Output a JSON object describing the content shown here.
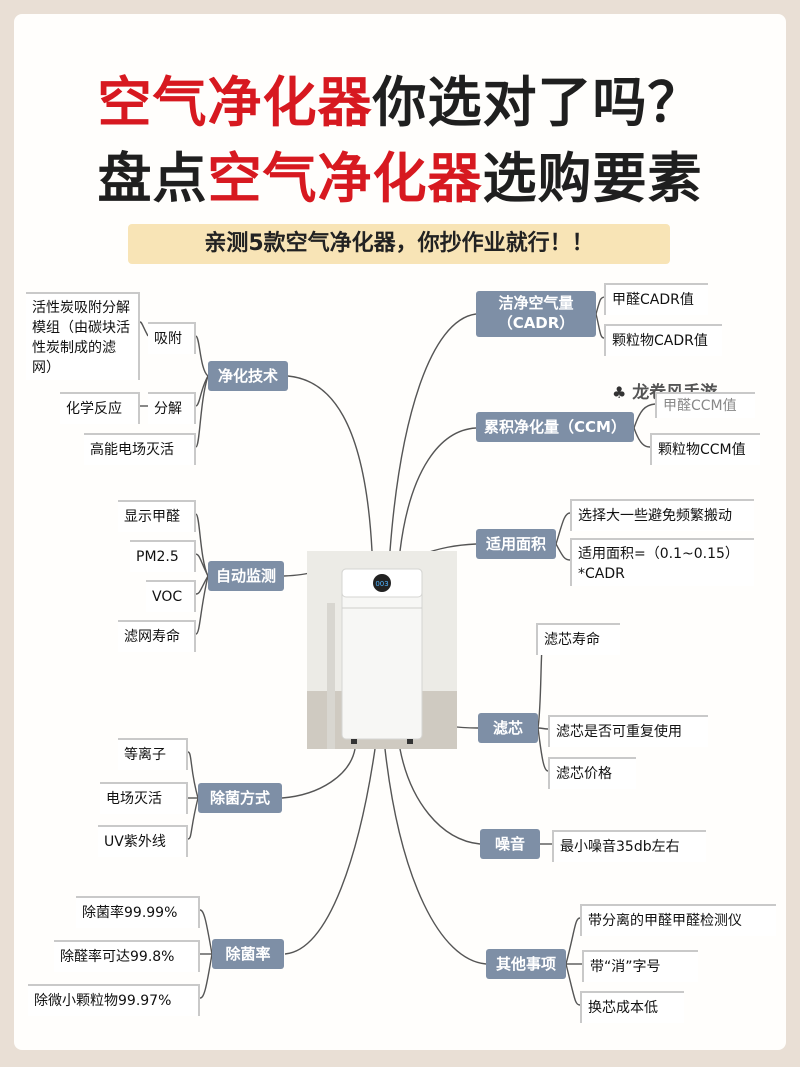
{
  "title_line1": {
    "red": "空气净化器",
    "rest": "你选对了吗？"
  },
  "title_line2": {
    "black": "盘点",
    "red": "空气净化器",
    "rest": "选购要素"
  },
  "subtitle": "亲测5款空气净化器，你抄作业就行！！",
  "watermark": "龙卷风手游",
  "product_display": "003",
  "left_groups": [
    {
      "hub": "净化技术",
      "leaves": [
        "活性炭吸附分解模组（由碳块活性炭制成的滤网）",
        "吸附",
        "化学反应",
        "分解",
        "高能电场灭活"
      ]
    },
    {
      "hub": "自动监测",
      "leaves": [
        "显示甲醛",
        "PM2.5",
        "VOC",
        "滤网寿命"
      ]
    },
    {
      "hub": "除菌方式",
      "leaves": [
        "等离子",
        "电场灭活",
        "UV紫外线"
      ]
    },
    {
      "hub": "除菌率",
      "leaves": [
        "除菌率99.99%",
        "除醛率可达99.8%",
        "除微小颗粒物99.97%"
      ]
    }
  ],
  "right_groups": [
    {
      "hub": "洁净空气量\n（CADR）",
      "leaves": [
        "甲醛CADR值",
        "颗粒物CADR值"
      ]
    },
    {
      "hub": "累积净化量（CCM）",
      "leaves": [
        "甲醛CCM值",
        "颗粒物CCM值"
      ]
    },
    {
      "hub": "适用面积",
      "leaves": [
        "选择大一些避免频繁搬动",
        "适用面积=（0.1~0.15）*CADR"
      ]
    },
    {
      "hub": "滤芯",
      "leaves": [
        "滤芯寿命",
        "滤芯是否可重复使用",
        "滤芯价格"
      ]
    },
    {
      "hub": "噪音",
      "leaves": [
        "最小噪音35db左右"
      ]
    },
    {
      "hub": "其他事项",
      "leaves": [
        "带分离的甲醛甲醛检测仪",
        "带“消”字号",
        "换芯成本低"
      ]
    }
  ]
}
